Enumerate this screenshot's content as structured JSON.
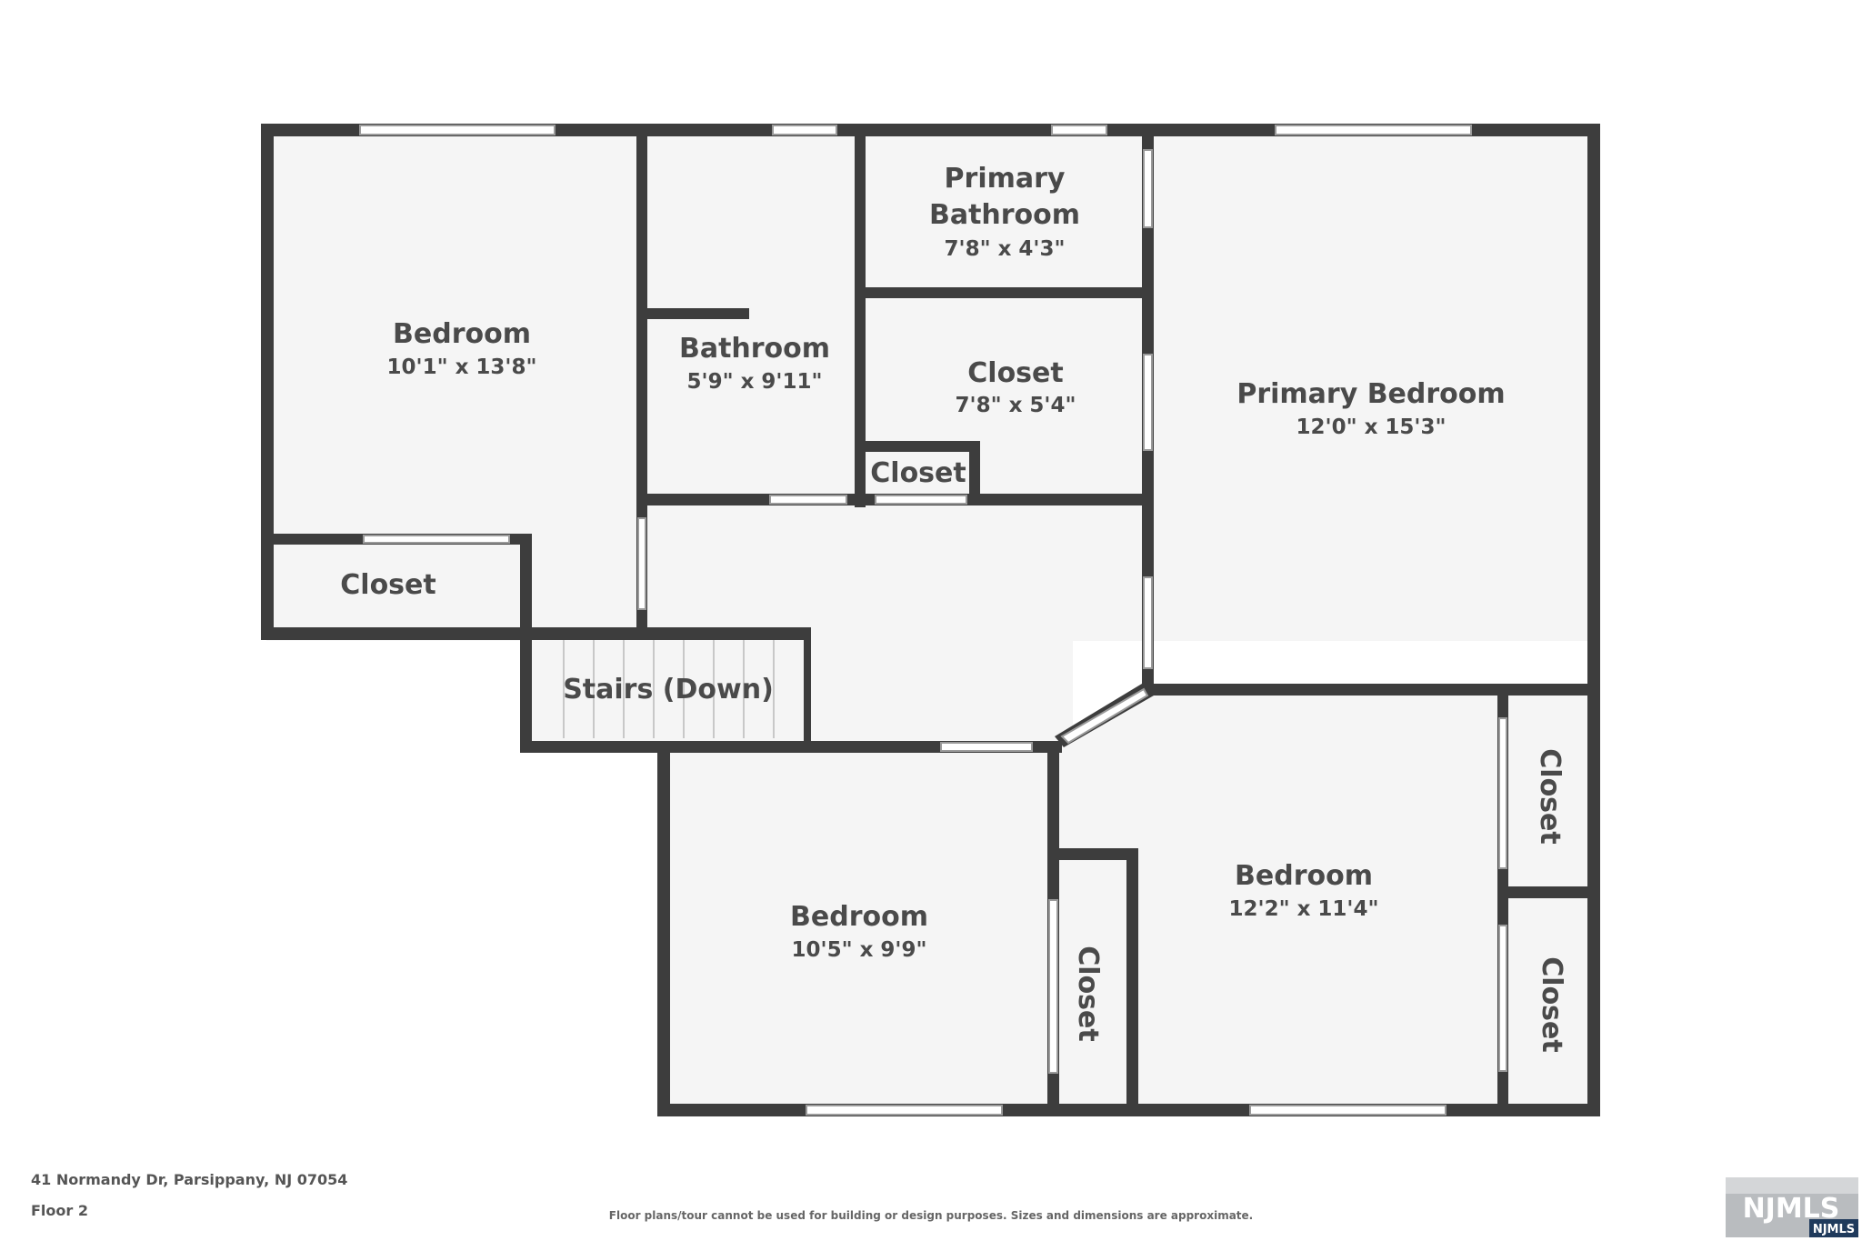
{
  "address": "41 Normandy Dr, Parsippany, NJ 07054",
  "floor": "Floor 2",
  "disclaimer": "Floor plans/tour cannot be used for building or design purposes. Sizes and dimensions are approximate.",
  "logo": {
    "main": "NJMLS",
    "sub": "NJMLS"
  },
  "rooms": {
    "bedroom_nw": {
      "name": "Bedroom",
      "dims": "10'1\" x 13'8\""
    },
    "bathroom": {
      "name": "Bathroom",
      "dims": "5'9\" x 9'11\""
    },
    "primary_bathroom": {
      "name_line1": "Primary",
      "name_line2": "Bathroom",
      "dims": "7'8\" x 4'3\""
    },
    "closet_center": {
      "name": "Closet",
      "dims": "7'8\" x 5'4\""
    },
    "closet_small": {
      "name": "Closet"
    },
    "primary_bedroom": {
      "name": "Primary Bedroom",
      "dims": "12'0\" x 15'3\""
    },
    "closet_west": {
      "name": "Closet"
    },
    "stairs": {
      "name": "Stairs (Down)"
    },
    "bedroom_sw": {
      "name": "Bedroom",
      "dims": "10'5\" x 9'9\""
    },
    "closet_sw": {
      "name": "Closet"
    },
    "bedroom_se": {
      "name": "Bedroom",
      "dims": "12'2\" x 11'4\""
    },
    "closet_e1": {
      "name": "Closet"
    },
    "closet_e2": {
      "name": "Closet"
    }
  },
  "colors": {
    "wall": "#3d3d3d",
    "floor": "#f5f5f5",
    "text": "#4a4a4a"
  }
}
